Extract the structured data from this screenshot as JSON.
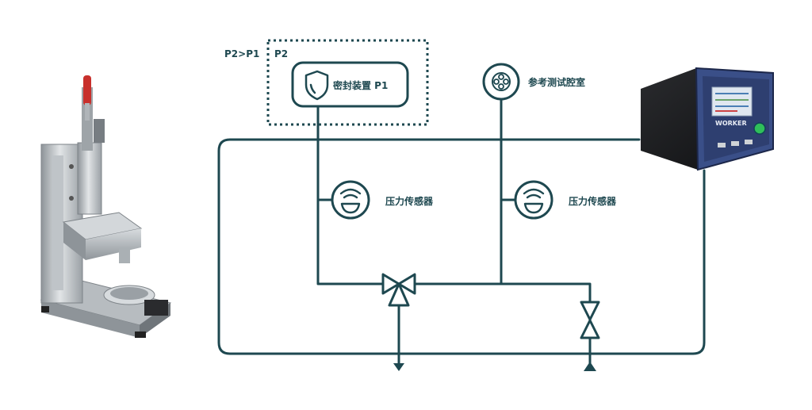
{
  "labels": {
    "p2_gt_p1": "P2>P1",
    "p2": "P2",
    "seal_device": "密封装置 P1",
    "reference_chamber": "参考测试腔室",
    "pressure_sensor_left": "压力传感器",
    "pressure_sensor_right": "压力传感器",
    "device_brand": "WORKER"
  },
  "colors": {
    "line": "#1e4850",
    "dashed_box": "#1e4850",
    "text": "#1e4850",
    "handle_red": "#c8302c",
    "panel_blue": "#3a4f88"
  },
  "icons": {
    "seal": "shield-icon",
    "chamber": "chamber-icon",
    "sensor": "gauge-icon",
    "valve": "valve-icon"
  }
}
